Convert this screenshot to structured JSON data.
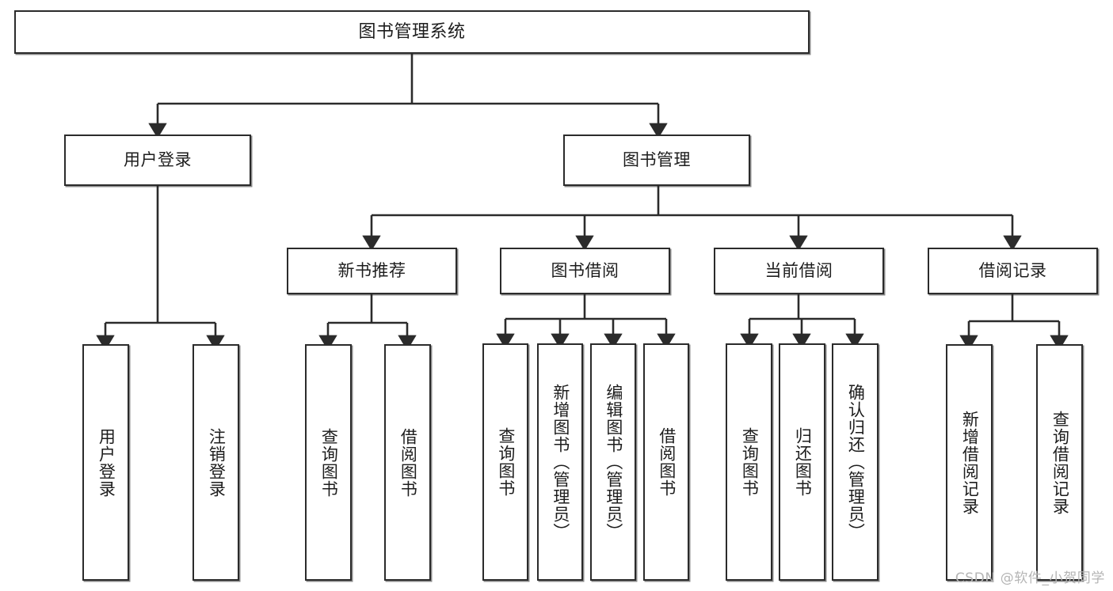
{
  "diagram": {
    "type": "tree-hierarchy",
    "title": "图书管理系统",
    "colors": {
      "box_border": "#2b2b2b",
      "box_fill": "#ffffff",
      "edge": "#2b2b2b",
      "text": "#1d1d1d",
      "watermark": "#b5b5b5"
    },
    "nodes": {
      "root": {
        "label": "图书管理系统"
      },
      "level2": [
        {
          "id": "user-login",
          "label": "用户登录"
        },
        {
          "id": "book-manage",
          "label": "图书管理"
        }
      ],
      "level3": [
        {
          "id": "new-book-recommend",
          "label": "新书推荐"
        },
        {
          "id": "book-borrow",
          "label": "图书借阅"
        },
        {
          "id": "current-borrow",
          "label": "当前借阅"
        },
        {
          "id": "borrow-record",
          "label": "借阅记录"
        }
      ],
      "leaves": [
        {
          "id": "leaf-user-login",
          "parent": "user-login",
          "label": "用户登录"
        },
        {
          "id": "leaf-logout",
          "parent": "user-login",
          "label": "注销登录"
        },
        {
          "id": "leaf-query-book-1",
          "parent": "new-book-recommend",
          "label": "查询图书"
        },
        {
          "id": "leaf-borrow-book-1",
          "parent": "new-book-recommend",
          "label": "借阅图书"
        },
        {
          "id": "leaf-query-book-2",
          "parent": "book-borrow",
          "label": "查询图书"
        },
        {
          "id": "leaf-add-book",
          "parent": "book-borrow",
          "label": "新增图书（管理员）"
        },
        {
          "id": "leaf-edit-book",
          "parent": "book-borrow",
          "label": "编辑图书（管理员）"
        },
        {
          "id": "leaf-borrow-book-2",
          "parent": "book-borrow",
          "label": "借阅图书"
        },
        {
          "id": "leaf-query-book-3",
          "parent": "current-borrow",
          "label": "查询图书"
        },
        {
          "id": "leaf-return-book",
          "parent": "current-borrow",
          "label": "归还图书"
        },
        {
          "id": "leaf-confirm-return",
          "parent": "current-borrow",
          "label": "确认归还（管理员）"
        },
        {
          "id": "leaf-add-record",
          "parent": "borrow-record",
          "label": "新增借阅记录"
        },
        {
          "id": "leaf-query-record",
          "parent": "borrow-record",
          "label": "查询借阅记录"
        }
      ]
    },
    "watermark": "CSDN @软件_小贺同学"
  }
}
